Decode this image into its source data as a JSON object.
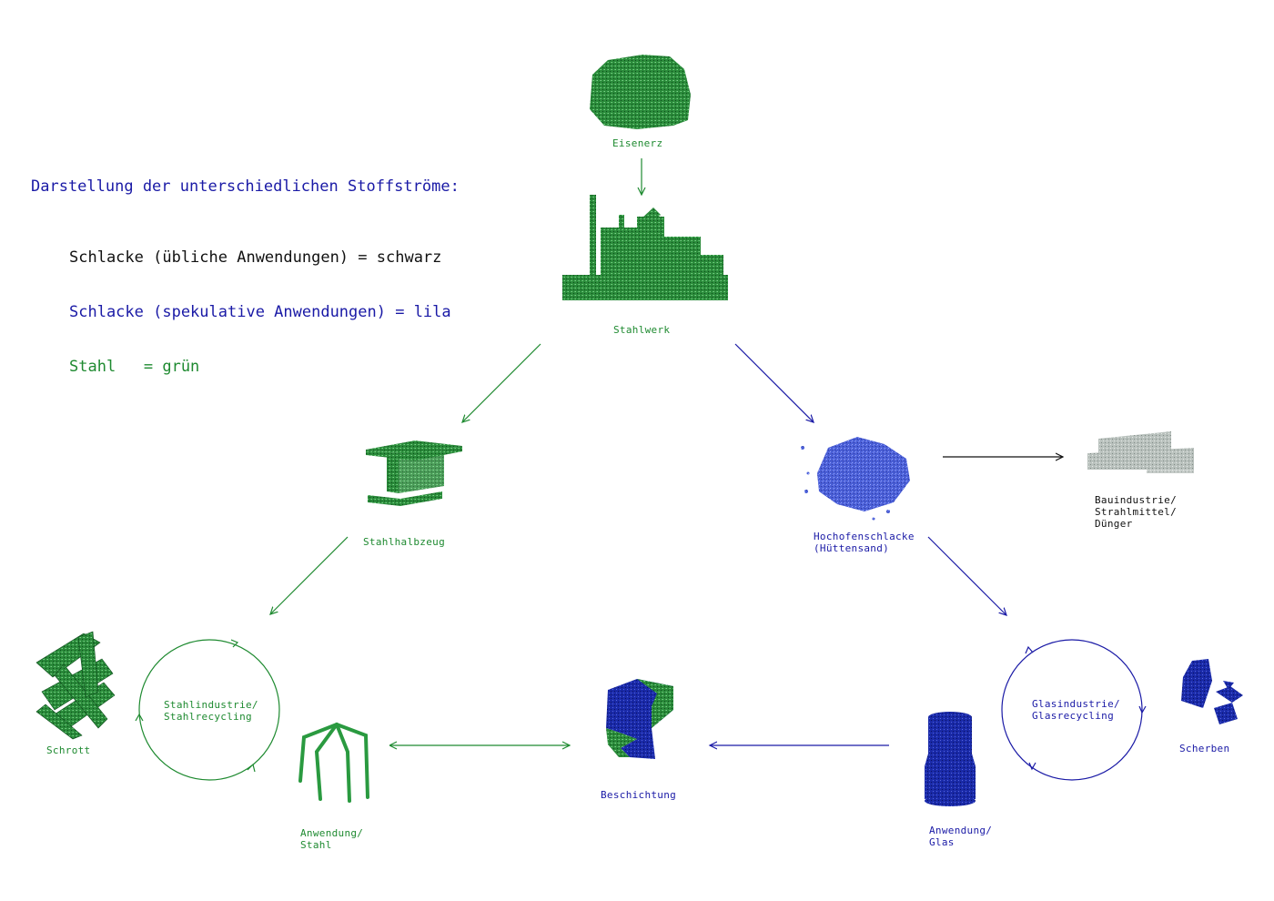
{
  "legend": {
    "title": "Darstellung der unterschiedlichen Stoffströme:",
    "lines": [
      {
        "text": "Schlacke (übliche Anwendungen) = schwarz",
        "color": "#111111"
      },
      {
        "text": "Schlacke (spekulative Anwendungen) = lila",
        "color": "#1a1aa6"
      },
      {
        "text": "Stahl   = grün",
        "color": "#1e8a30"
      }
    ]
  },
  "colors": {
    "green": "#1e8a30",
    "blue": "#1a1aa6",
    "black": "#111111"
  },
  "nodes": {
    "eisenerz": "Eisenerz",
    "stahlwerk": "Stahlwerk",
    "stahlhalbzeug": "Stahlhalbzeug",
    "hochofenschlacke": "Hochofenschlacke\n(Hüttensand)",
    "bauindustrie": "Bauindustrie/\nStrahlmittel/\nDünger",
    "schrott": "Schrott",
    "stahlindustrie": "Stahlindustrie/\nStahlrecycling",
    "anwendung_stahl": "Anwendung/\nStahl",
    "beschichtung": "Beschichtung",
    "anwendung_glas": "Anwendung/\nGlas",
    "glasindustrie": "Glasindustrie/\nGlasrecycling",
    "scherben": "Scherben"
  }
}
